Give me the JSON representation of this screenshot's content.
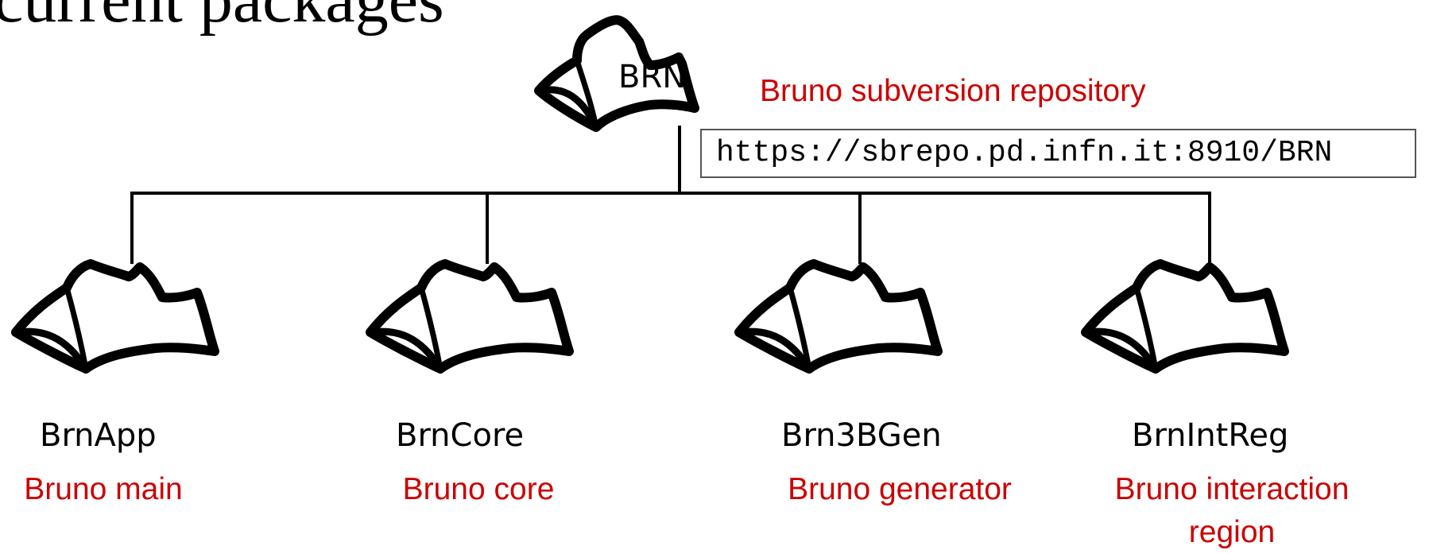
{
  "title": "current packages",
  "root": {
    "label": "BRN",
    "description": "Bruno subversion repository",
    "url": "https://sbrepo.pd.infn.it:8910/BRN"
  },
  "packages": [
    {
      "name": "BrnApp",
      "description": "Bruno main"
    },
    {
      "name": "BrnCore",
      "description": "Bruno core"
    },
    {
      "name": "Brn3BGen",
      "description": "Bruno generator"
    },
    {
      "name": "BrnIntReg",
      "description": "Bruno interaction region"
    }
  ],
  "colors": {
    "accent": "#cc0000",
    "ink": "#000000"
  }
}
